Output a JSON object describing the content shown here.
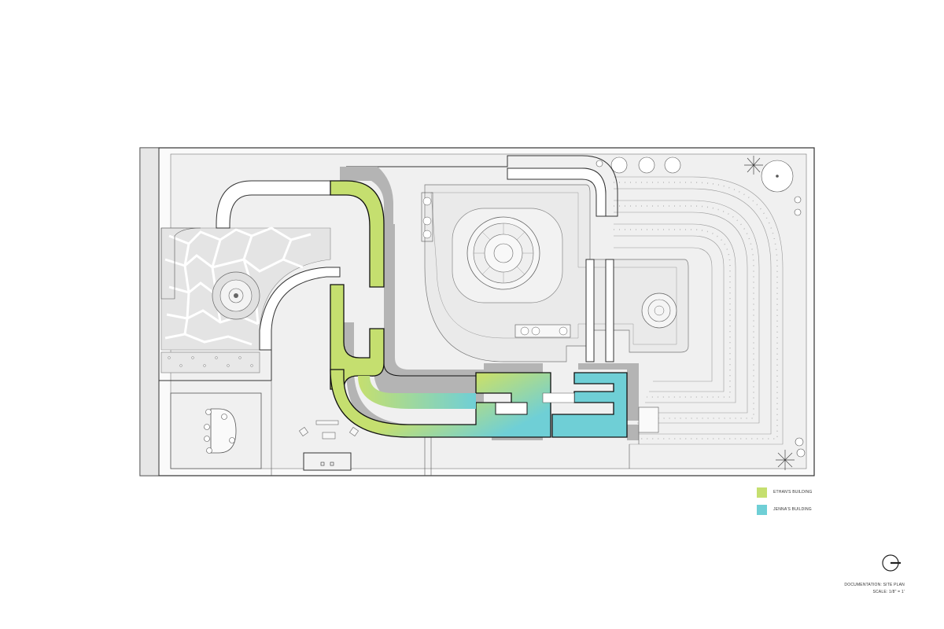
{
  "colors": {
    "ethans_building": "#c5df6f",
    "jennas_building": "#6fcfd6",
    "shadow": "#b4b4b4",
    "site_fill": "#eeeeee",
    "line": "#555555"
  },
  "legend": {
    "items": [
      {
        "label": "ETHAN'S BUILDING",
        "color": "#c5df6f"
      },
      {
        "label": "JENNA'S BUILDING",
        "color": "#6fcfd6"
      }
    ]
  },
  "title_block": {
    "title": "DOCUMENTATION: SITE PLAN",
    "scale": "SCALE: 1/8\" = 1'"
  },
  "icons": {
    "north_arrow": "north-arrow-icon"
  }
}
